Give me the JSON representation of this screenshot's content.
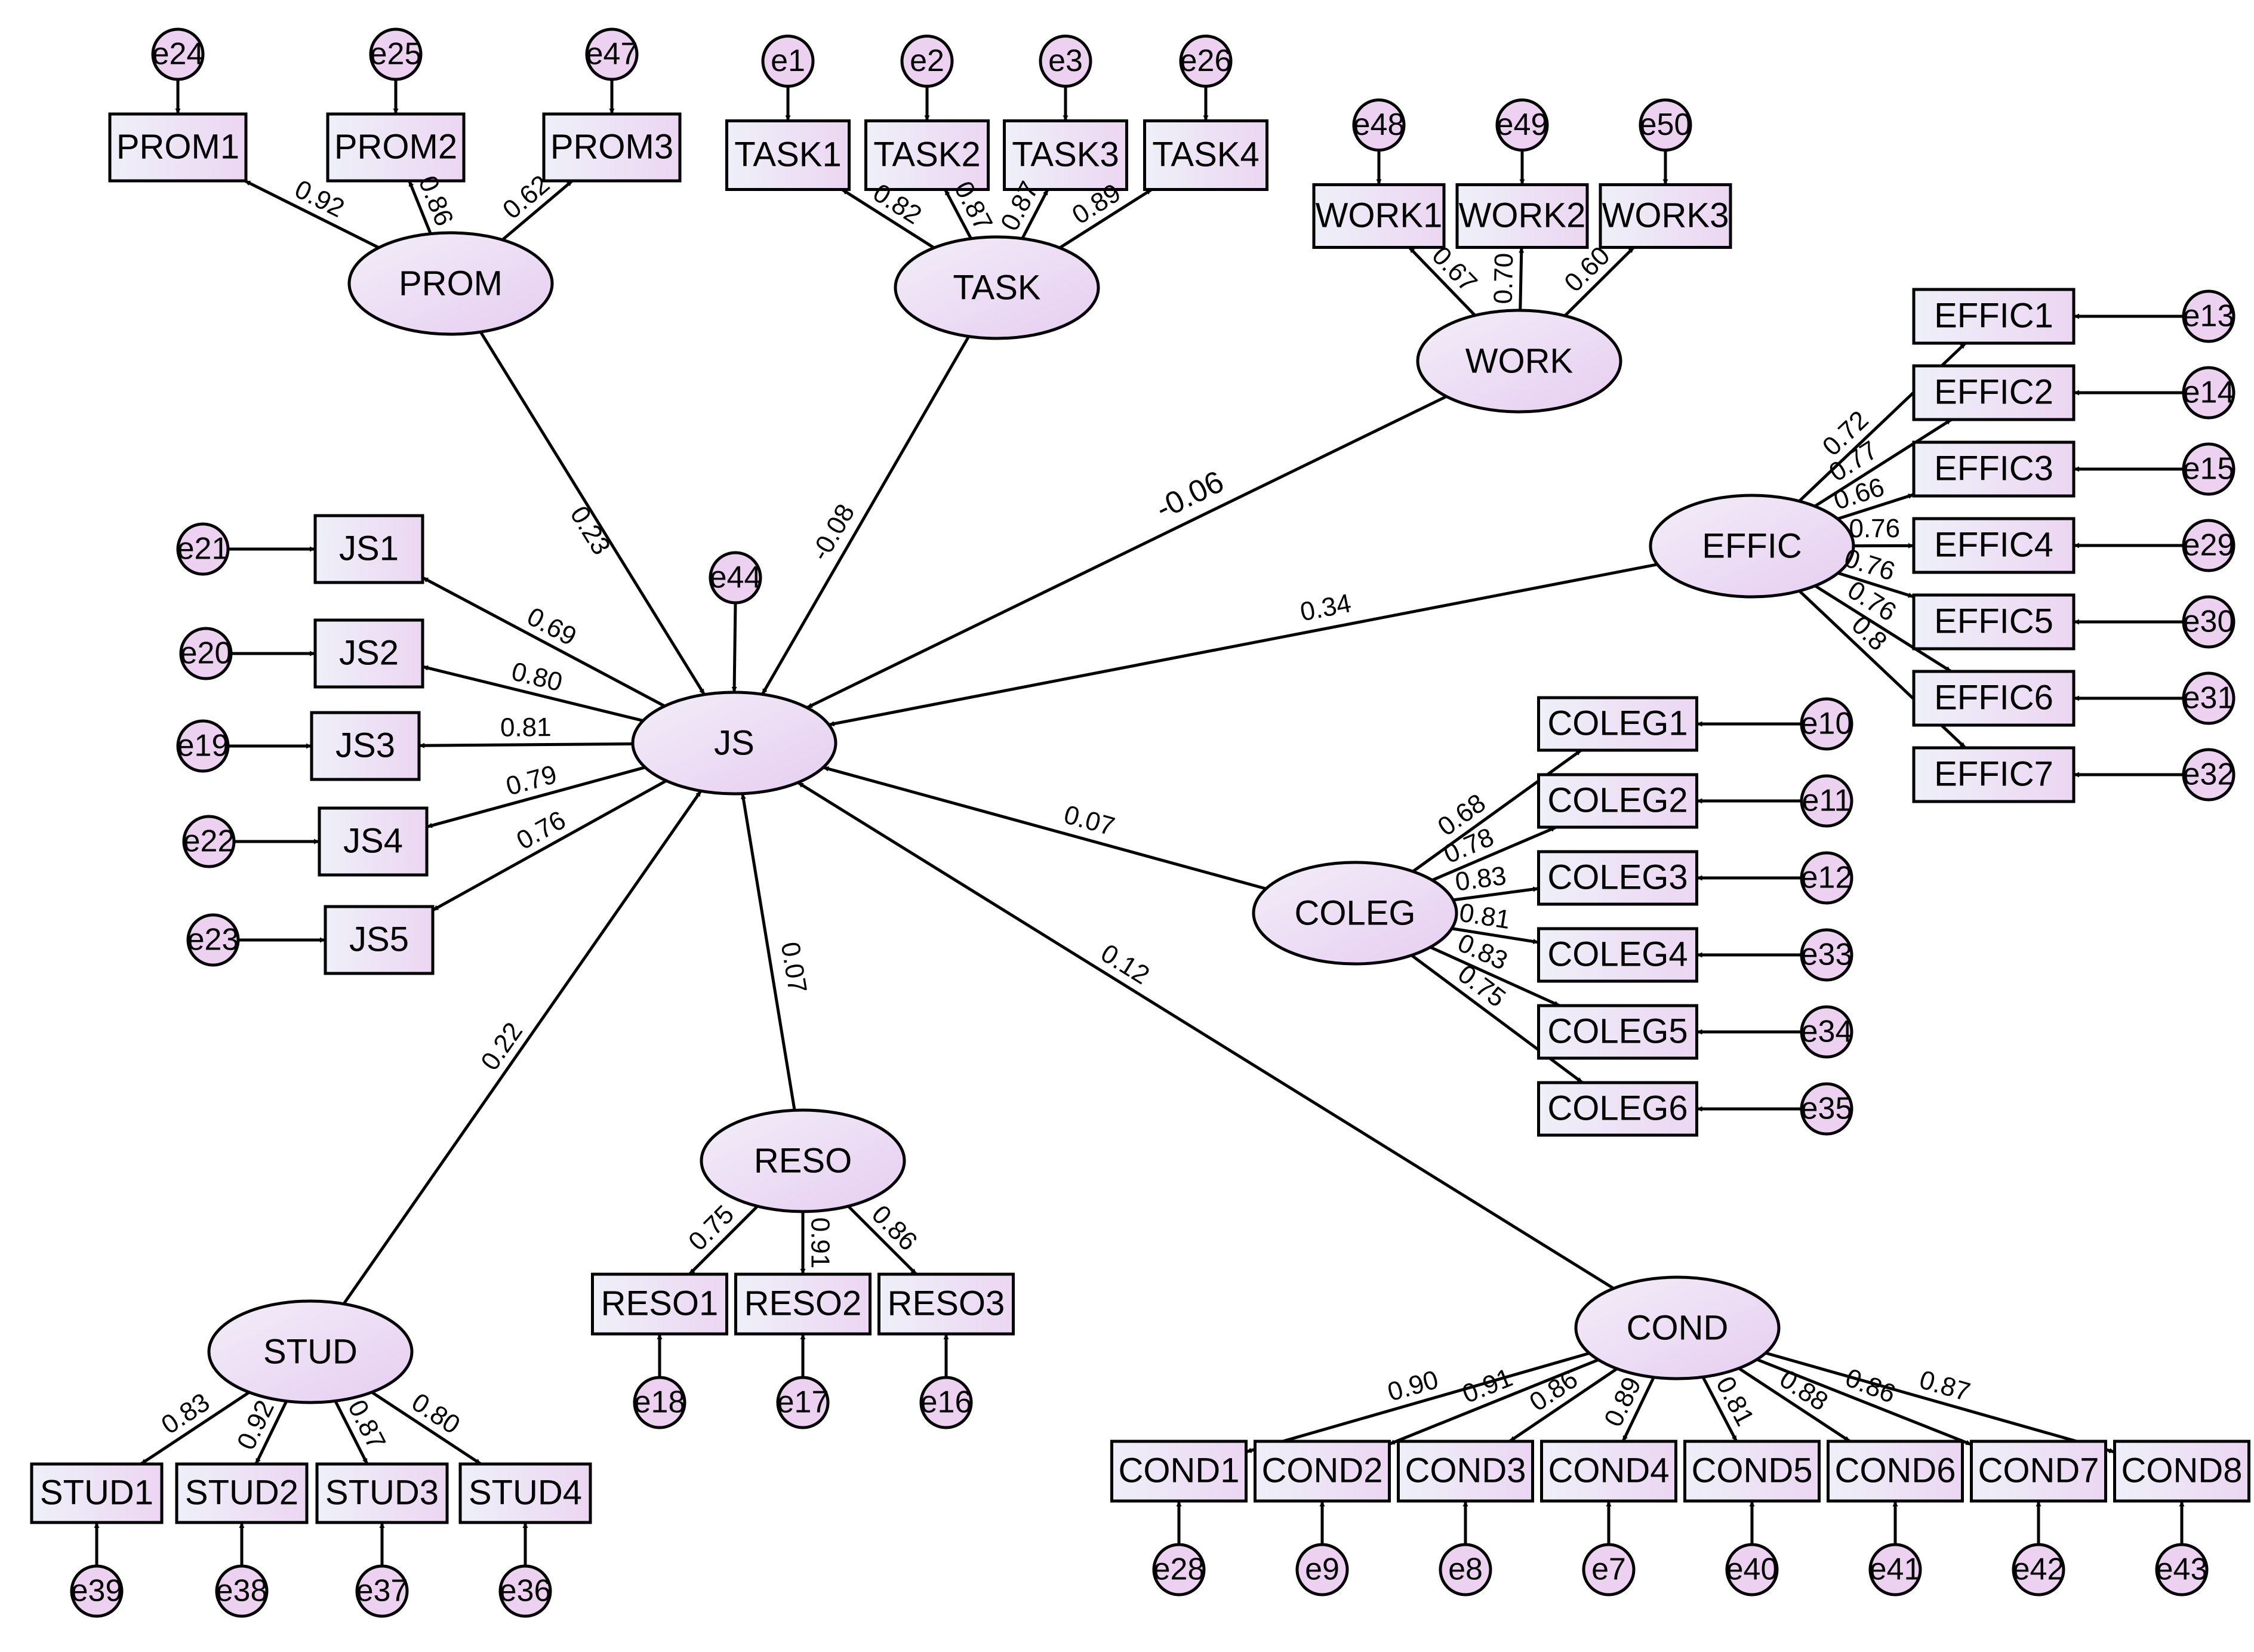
{
  "diagram": {
    "latent_variables": [
      {
        "id": "PROM",
        "label": "PROM"
      },
      {
        "id": "TASK",
        "label": "TASK"
      },
      {
        "id": "WORK",
        "label": "WORK"
      },
      {
        "id": "EFFIC",
        "label": "EFFIC"
      },
      {
        "id": "JS",
        "label": "JS"
      },
      {
        "id": "COLEG",
        "label": "COLEG"
      },
      {
        "id": "RESO",
        "label": "RESO"
      },
      {
        "id": "STUD",
        "label": "STUD"
      },
      {
        "id": "COND",
        "label": "COND"
      }
    ],
    "structural_paths": [
      {
        "from": "PROM",
        "to": "JS",
        "coef": "0.23"
      },
      {
        "from": "TASK",
        "to": "JS",
        "coef": "-0.08"
      },
      {
        "from": "WORK",
        "to": "JS",
        "coef": "-0.06"
      },
      {
        "from": "EFFIC",
        "to": "JS",
        "coef": "0.34"
      },
      {
        "from": "COLEG",
        "to": "JS",
        "coef": "0.07"
      },
      {
        "from": "COND",
        "to": "JS",
        "coef": "0.12"
      },
      {
        "from": "RESO",
        "to": "JS",
        "coef": "0.07"
      },
      {
        "from": "STUD",
        "to": "JS",
        "coef": "0.22"
      }
    ],
    "disturbances": [
      {
        "label": "e44",
        "latent": "JS"
      }
    ],
    "measurement": [
      {
        "latent": "PROM",
        "indicators": [
          {
            "label": "PROM1",
            "error": "e24",
            "loading": "0.92"
          },
          {
            "label": "PROM2",
            "error": "e25",
            "loading": "0.86"
          },
          {
            "label": "PROM3",
            "error": "e47",
            "loading": "0.62"
          }
        ]
      },
      {
        "latent": "TASK",
        "indicators": [
          {
            "label": "TASK1",
            "error": "e1",
            "loading": "0.82"
          },
          {
            "label": "TASK2",
            "error": "e2",
            "loading": "0.87"
          },
          {
            "label": "TASK3",
            "error": "e3",
            "loading": "0.87"
          },
          {
            "label": "TASK4",
            "error": "e26",
            "loading": "0.89"
          }
        ]
      },
      {
        "latent": "WORK",
        "indicators": [
          {
            "label": "WORK1",
            "error": "e48",
            "loading": "0.67"
          },
          {
            "label": "WORK2",
            "error": "e49",
            "loading": "0.70"
          },
          {
            "label": "WORK3",
            "error": "e50",
            "loading": "0.60"
          }
        ]
      },
      {
        "latent": "EFFIC",
        "indicators": [
          {
            "label": "EFFIC1",
            "error": "e13",
            "loading": "0.72"
          },
          {
            "label": "EFFIC2",
            "error": "e14",
            "loading": "0.77"
          },
          {
            "label": "EFFIC3",
            "error": "e15",
            "loading": "0.66"
          },
          {
            "label": "EFFIC4",
            "error": "e29",
            "loading": "0.76"
          },
          {
            "label": "EFFIC5",
            "error": "e30",
            "loading": "0.76"
          },
          {
            "label": "EFFIC6",
            "error": "e31",
            "loading": "0.76"
          },
          {
            "label": "EFFIC7",
            "error": "e32",
            "loading": "0.8"
          }
        ]
      },
      {
        "latent": "JS",
        "indicators": [
          {
            "label": "JS1",
            "error": "e21",
            "loading": "0.69"
          },
          {
            "label": "JS2",
            "error": "e20",
            "loading": "0.80"
          },
          {
            "label": "JS3",
            "error": "e19",
            "loading": "0.81"
          },
          {
            "label": "JS4",
            "error": "e22",
            "loading": "0.79"
          },
          {
            "label": "JS5",
            "error": "e23",
            "loading": "0.76"
          }
        ]
      },
      {
        "latent": "COLEG",
        "indicators": [
          {
            "label": "COLEG1",
            "error": "e10",
            "loading": "0.68"
          },
          {
            "label": "COLEG2",
            "error": "e11",
            "loading": "0.78"
          },
          {
            "label": "COLEG3",
            "error": "e12",
            "loading": "0.83"
          },
          {
            "label": "COLEG4",
            "error": "e33",
            "loading": "0.81"
          },
          {
            "label": "COLEG5",
            "error": "e34",
            "loading": "0.83"
          },
          {
            "label": "COLEG6",
            "error": "e35",
            "loading": "0.75"
          }
        ]
      },
      {
        "latent": "RESO",
        "indicators": [
          {
            "label": "RESO1",
            "error": "e18",
            "loading": "0.75"
          },
          {
            "label": "RESO2",
            "error": "e17",
            "loading": "0.91"
          },
          {
            "label": "RESO3",
            "error": "e16",
            "loading": "0.86"
          }
        ]
      },
      {
        "latent": "STUD",
        "indicators": [
          {
            "label": "STUD1",
            "error": "e39",
            "loading": "0.83"
          },
          {
            "label": "STUD2",
            "error": "e38",
            "loading": "0.92"
          },
          {
            "label": "STUD3",
            "error": "e37",
            "loading": "0.87"
          },
          {
            "label": "STUD4",
            "error": "e36",
            "loading": "0.80"
          }
        ]
      },
      {
        "latent": "COND",
        "indicators": [
          {
            "label": "COND1",
            "error": "e28",
            "loading": "0.90"
          },
          {
            "label": "COND2",
            "error": "e9",
            "loading": "0.91"
          },
          {
            "label": "COND3",
            "error": "e8",
            "loading": "0.86"
          },
          {
            "label": "COND4",
            "error": "e7",
            "loading": "0.89"
          },
          {
            "label": "COND5",
            "error": "e40",
            "loading": "0.81"
          },
          {
            "label": "COND6",
            "error": "e41",
            "loading": "0.88"
          },
          {
            "label": "COND7",
            "error": "e42",
            "loading": "0.86"
          },
          {
            "label": "COND8",
            "error": "e43",
            "loading": "0.87"
          }
        ]
      }
    ]
  }
}
